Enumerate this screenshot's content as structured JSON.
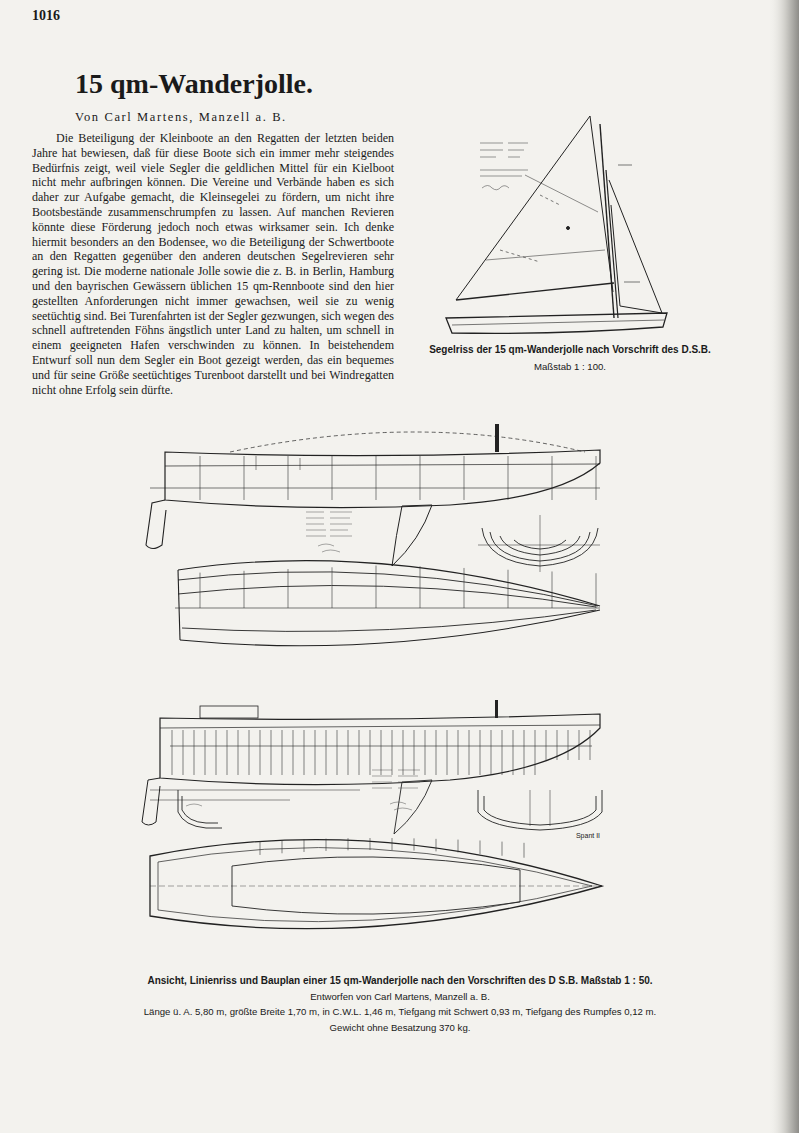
{
  "diagram": {
    "title": "15 qm-Wanderjolle.",
    "caption": "Ansicht, Linienriss und Bauplan einer 15 qm-Wanderjolle nach den Vorschriften des D S.B. Maßstab 1 : 50.",
    "labels": [
      "1016",
      "Von Carl Martens, Manzell a. B.",
      "Die Beteiligung der Kleinboote an den Regatten der letzten beiden Jahre hat bewiesen, daß für diese Boote sich ein immer mehr steigendes Bedürfnis zeigt, weil viele Segler die geldlichen Mittel für ein Kielboot nicht mehr aufbringen können. Die Vereine und Verbände haben es sich daher zur Aufgabe gemacht, die Kleinsegelei zu fördern, um nicht ihre Bootsbestände zusammenschrumpfen zu lassen. Auf manchen Revieren könnte diese Förderung jedoch noch etwas wirksamer sein. Ich denke hiermit besonders an den Bodensee, wo die Beteiligung der Schwertboote an den Regatten gegenüber den anderen deutschen Segelrevieren sehr gering ist. Die moderne nationale Jolle sowie die z. B. in Berlin, Hamburg und den bayrischen Gewässern üblichen 15 qm-Rennboote sind den hier gestellten Anforderungen nicht immer gewachsen, weil sie zu wenig seetüchtig sind. Bei Turenfahrten ist der Segler gezwungen, sich wegen des schnell auftretenden Föhns ängstlich unter Land zu halten, um schnell in einem geeigneten Hafen verschwinden zu können. In beistehendem Entwurf soll nun dem Segler ein Boot gezeigt werden, das ein bequemes und für seine Größe seetüchtiges Turenboot darstellt und bei Windregatten nicht ohne Erfolg sein dürfte.",
      "Segelriss der 15 qm-Wanderjolle nach Vorschrift des D.S.B.",
      "Maßstab 1 : 100.",
      "Spant II",
      "Entworfen von Carl Martens, Manzell a. B.",
      "Länge ü. A. 5,80 m, größte Breite 1,70 m, in C.W.L. 1,46 m, Tiefgang mit Schwert 0,93 m, Tiefgang des Rumpfes 0,12 m.",
      "Gewicht ohne Besatzung 370 kg."
    ]
  }
}
